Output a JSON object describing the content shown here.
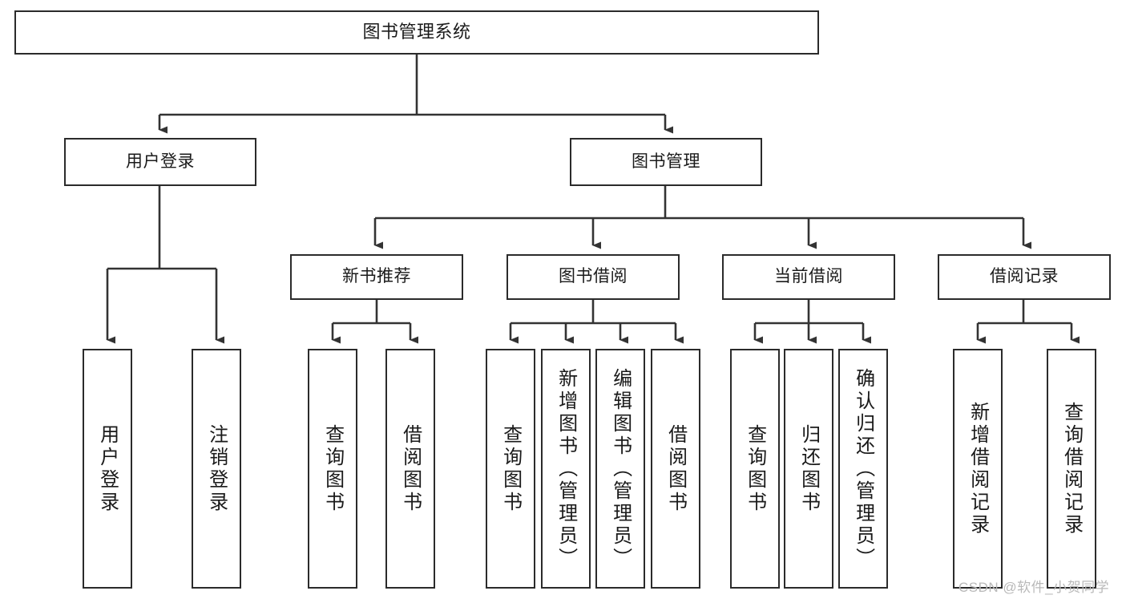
{
  "diagram": {
    "title": "图书管理系统",
    "watermark": "CSDN @软件_小贺同学",
    "colors": {
      "box_border": "#2b2b2b",
      "box_fill": "#ffffff",
      "connector": "#333333",
      "text": "#1a1a1a",
      "watermark": "#b9b9b9",
      "background": "#ffffff"
    },
    "root": {
      "label": "图书管理系统"
    },
    "level2": [
      {
        "label": "用户登录"
      },
      {
        "label": "图书管理"
      }
    ],
    "level3": [
      {
        "label": "新书推荐"
      },
      {
        "label": "图书借阅"
      },
      {
        "label": "当前借阅"
      },
      {
        "label": "借阅记录"
      }
    ],
    "leaves": {
      "user_login": [
        {
          "label": "用户登录"
        },
        {
          "label": "注销登录"
        }
      ],
      "new_book_recommend": [
        {
          "label": "查询图书"
        },
        {
          "label": "借阅图书"
        }
      ],
      "book_borrow": [
        {
          "label": "查询图书"
        },
        {
          "label": "新增图书（管理员）"
        },
        {
          "label": "编辑图书（管理员）"
        },
        {
          "label": "借阅图书"
        }
      ],
      "current_borrow": [
        {
          "label": "查询图书"
        },
        {
          "label": "归还图书"
        },
        {
          "label": "确认归还（管理员）"
        }
      ],
      "borrow_record": [
        {
          "label": "新增借阅记录"
        },
        {
          "label": "查询借阅记录"
        }
      ]
    }
  }
}
